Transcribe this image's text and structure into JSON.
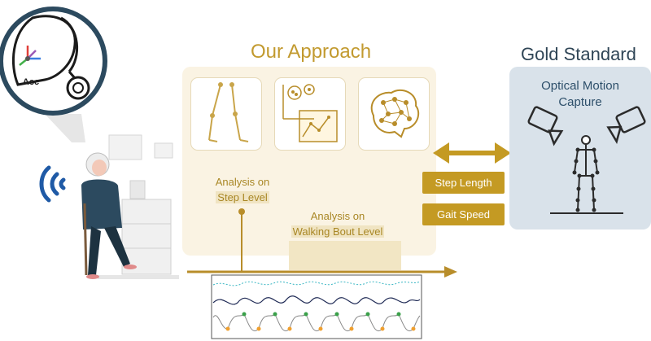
{
  "titles": {
    "approach": "Our Approach",
    "gold_standard": "Gold Standard"
  },
  "labels": {
    "analysis_step_1": "Analysis on",
    "analysis_step_2": "Step Level",
    "analysis_bout_1": "Analysis on",
    "analysis_bout_2": "Walking Bout Level",
    "optical_1": "Optical Motion",
    "optical_2": "Capture",
    "acc": "Acc"
  },
  "outputs": {
    "step_length": "Step Length",
    "gait_speed": "Gait Speed"
  },
  "colors": {
    "gold": "#c49a23",
    "panel_cream": "#faf3e3",
    "gold_standard_bg": "#d9e2ea",
    "dark_teal": "#2c4a5f"
  },
  "icons": [
    "hearing-aid-icon",
    "wireless-signal-icon",
    "elderly-woman-icon",
    "walking-legs-icon",
    "ml-plot-icon",
    "neural-brain-icon",
    "video-camera-icon",
    "skeleton-icon"
  ]
}
